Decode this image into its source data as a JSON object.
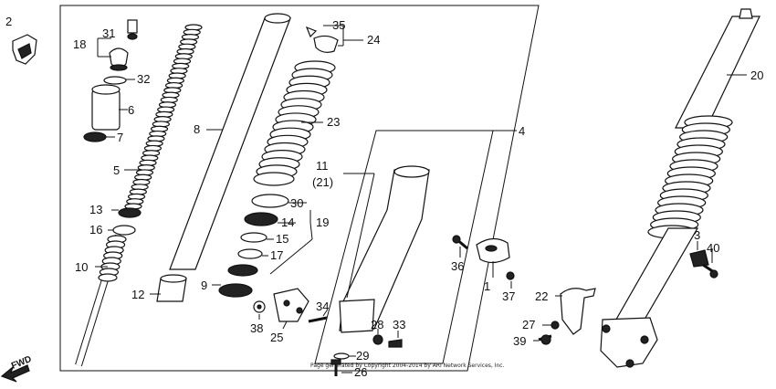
{
  "callouts": {
    "c2": "2",
    "c18": "18",
    "c31": "31",
    "c32": "32",
    "c6": "6",
    "c7": "7",
    "c5": "5",
    "c13": "13",
    "c16": "16",
    "c10": "10",
    "c8": "8",
    "c12": "12",
    "c9": "9",
    "c35": "35",
    "c24": "24",
    "c23": "23",
    "c11": "11",
    "c21": "(21)",
    "c30": "30",
    "c14": "14",
    "c19": "19",
    "c15": "15",
    "c17": "17",
    "c34": "34",
    "c38": "38",
    "c25": "25",
    "c28": "28",
    "c33": "33",
    "c29": "29",
    "c26": "26",
    "c4": "4",
    "c36": "36",
    "c1": "1",
    "c37": "37",
    "c22": "22",
    "c27": "27",
    "c39": "39",
    "c3": "3",
    "c40": "40",
    "c20": "20"
  },
  "direction_label": "FWD",
  "copyright": "Page generated by Copyright 2004-2014 by ARI Network Services, Inc."
}
